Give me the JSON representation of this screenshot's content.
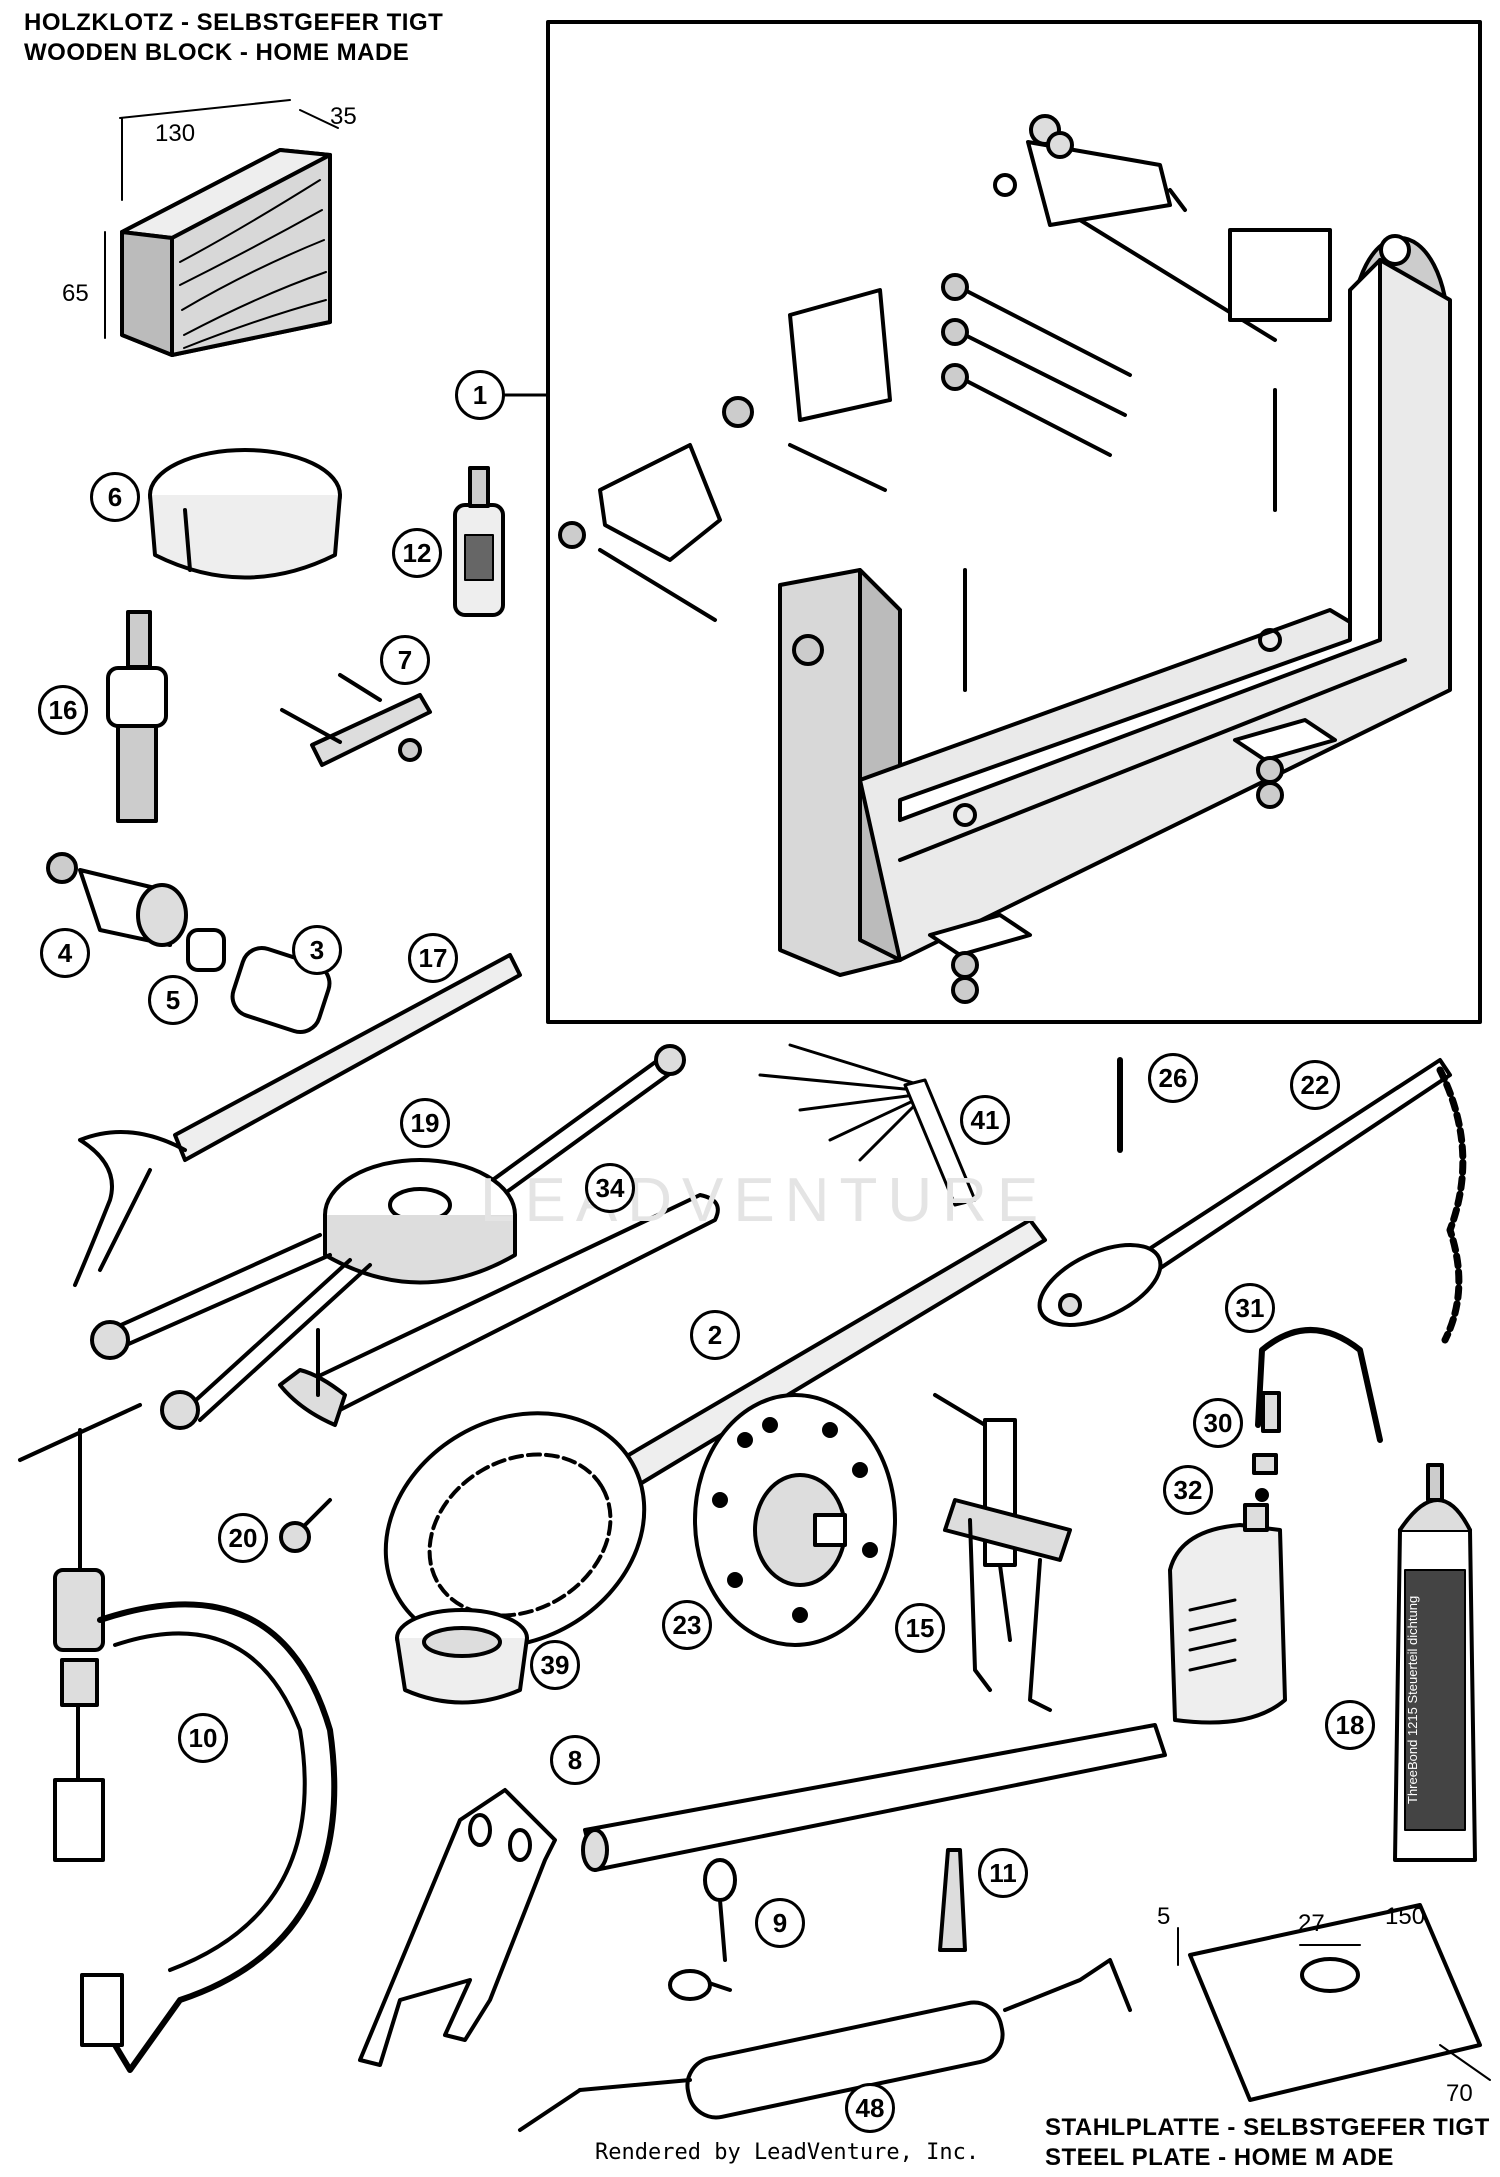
{
  "header_top_left": {
    "line1": "HOLZKLOTZ - SELBSTGEFER TIGT",
    "line2": "WOODEN BLOCK - HOME MADE"
  },
  "header_bottom_right": {
    "line1": "STAHLPLATTE - SELBSTGEFER TIGT",
    "line2": "STEEL PLATE - HOME M ADE"
  },
  "wooden_block_dims": {
    "length": "130",
    "depth": "35",
    "height": "65"
  },
  "steel_plate_dims": {
    "thickness": "5",
    "hole": "27",
    "length": "150",
    "width": "70"
  },
  "watermark": "LEADVENTURE",
  "footer": "Rendered by LeadVenture, Inc.",
  "callouts": {
    "c1": "1",
    "c2": "2",
    "c3": "3",
    "c4": "4",
    "c5": "5",
    "c6": "6",
    "c7": "7",
    "c8": "8",
    "c9": "9",
    "c10": "10",
    "c11": "11",
    "c12": "12",
    "c15": "15",
    "c16": "16",
    "c17": "17",
    "c18": "18",
    "c19": "19",
    "c20": "20",
    "c22": "22",
    "c23": "23",
    "c26": "26",
    "c30": "30",
    "c31": "31",
    "c32": "32",
    "c34": "34",
    "c39": "39",
    "c41": "41",
    "c48": "48"
  },
  "tube_label": {
    "brand": "ThreeBond",
    "number": "1215",
    "text1": "Steuerteil",
    "text2": "dichtung"
  }
}
